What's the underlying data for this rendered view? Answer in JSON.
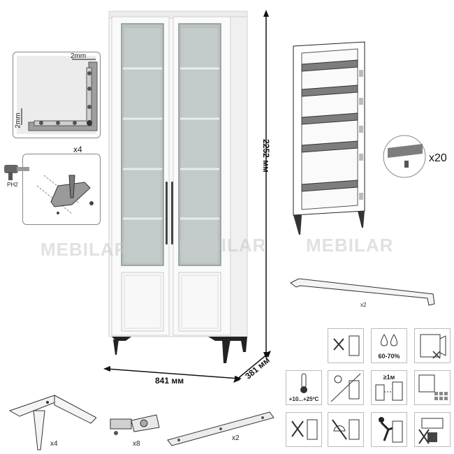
{
  "dimensions": {
    "height": "2252 мм",
    "width": "841 мм",
    "depth": "381 мм"
  },
  "corner_detail": {
    "gap_top": "2mm",
    "gap_side": "2mm"
  },
  "legs_detail": {
    "count": "x4",
    "tool_label": "PH2"
  },
  "shelf_detail": {
    "count": "x20"
  },
  "handle": {
    "count": "x2"
  },
  "parts": {
    "leg_count": "x4",
    "hinge_count": "x8",
    "strap_count": "x2"
  },
  "watermark": "MEBILAR",
  "care_icons": {
    "humidity": "60-70%",
    "temperature": "+10...+25ºC",
    "distance": "≥1м"
  }
}
